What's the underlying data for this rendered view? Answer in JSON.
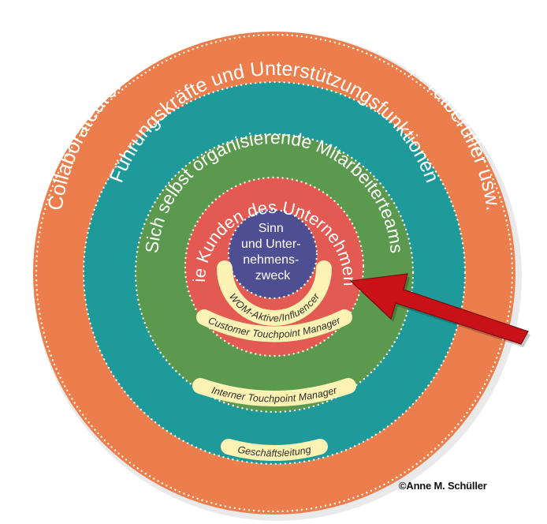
{
  "colors": {
    "outer_ring": "#ec7e4d",
    "second_ring": "#1f9a9b",
    "third_ring": "#5b9a4e",
    "fourth_ring": "#e25a52",
    "center": "#4e4f92",
    "pill": "#fbf2b4",
    "arrow": "#c81218"
  },
  "rings": {
    "outer": "Collaborateure: Innovation Labs, Startups, Partner, Freiberufler usw.",
    "second": "Führungskräfte und Unterstützungsfunktionen",
    "third": "Sich selbst organisierende Mitarbeiterteams",
    "fourth": "Die Kunden des Unternehmens"
  },
  "center": {
    "lines": [
      "Sinn",
      "und Unter-",
      "nehmens-",
      "zweck"
    ]
  },
  "pills": {
    "wom": "WOM-Aktive/Influencer",
    "customer": "Customer Touchpoint Manager",
    "internal": "Interner Touchpoint Manager",
    "management": "Geschäftsleitung"
  },
  "copyright": "©Anne M. Schüller"
}
